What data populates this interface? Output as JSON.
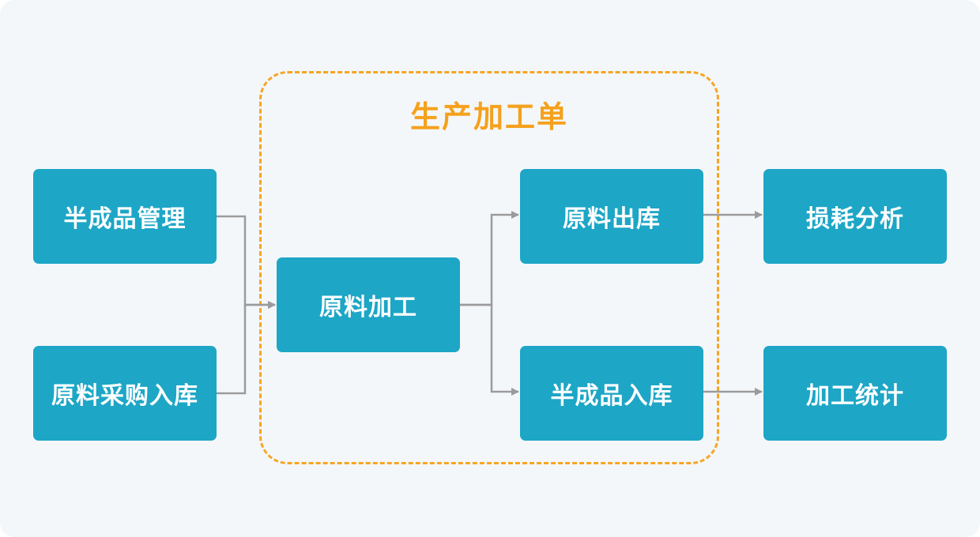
{
  "colors": {
    "background": "#f4f7fa",
    "node_fill": "#1da6c6",
    "node_text": "#ffffff",
    "group_border": "#f5a623",
    "group_title": "#f5a11c",
    "connector": "#9b9b9b"
  },
  "group": {
    "title": "生产加工单"
  },
  "nodes": {
    "semi_manage": "半成品管理",
    "raw_purchase_in": "原料采购入库",
    "raw_process": "原料加工",
    "raw_out": "原料出库",
    "semi_in": "半成品入库",
    "loss_analysis": "损耗分析",
    "process_stats": "加工统计"
  },
  "edges": [
    {
      "from": "半成品管理",
      "to": "原料加工"
    },
    {
      "from": "原料采购入库",
      "to": "原料加工"
    },
    {
      "from": "原料加工",
      "to": "原料出库"
    },
    {
      "from": "原料加工",
      "to": "半成品入库"
    },
    {
      "from": "原料出库",
      "to": "损耗分析"
    },
    {
      "from": "半成品入库",
      "to": "加工统计"
    }
  ]
}
